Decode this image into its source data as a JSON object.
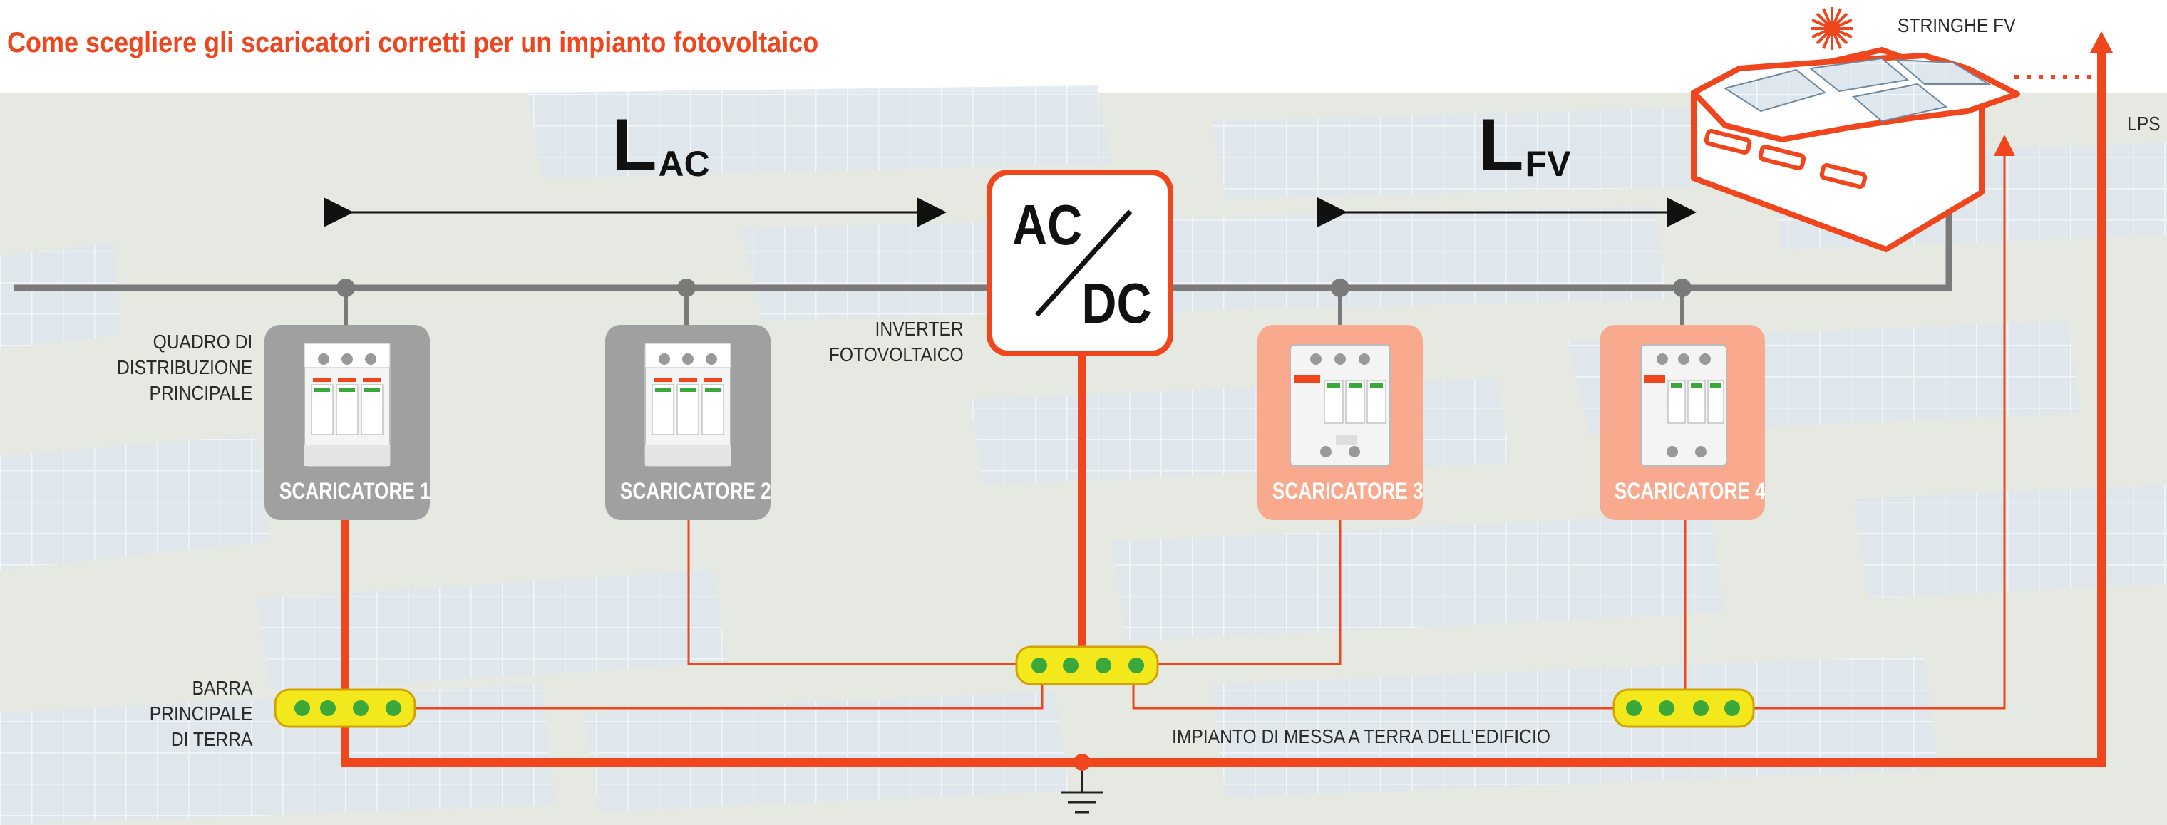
{
  "title": "Come scegliere gli scaricatori corretti per un impianto fotovoltaico",
  "colors": {
    "accent": "#f0461e",
    "line_gray": "#7a7a7a",
    "card_gray": "#a0a0a0",
    "card_salmon": "#f8a98e",
    "bar_yellow": "#f2e81c",
    "dot_green": "#3aa83a"
  },
  "labels": {
    "lac_main": "L",
    "lac_sub": "AC",
    "lfv_main": "L",
    "lfv_sub": "FV",
    "quadro": "QUADRO DI\nDISTRIBUZIONE\nPRINCIPALE",
    "inverter": "INVERTER\nFOTOVOLTAICO",
    "barra": "BARRA\nPRINCIPALE\nDI TERRA",
    "impianto_terra": "IMPIANTO DI MESSA A TERRA DELL'EDIFICIO",
    "stringhe": "STRINGHE FV",
    "lps": "LPS"
  },
  "inverter": {
    "ac": "AC",
    "dc": "DC"
  },
  "arresters": [
    {
      "caption": "SCARICATORE 1",
      "style": "gray"
    },
    {
      "caption": "SCARICATORE 2",
      "style": "gray"
    },
    {
      "caption": "SCARICATORE 3",
      "style": "salmon"
    },
    {
      "caption": "SCARICATORE 4",
      "style": "salmon"
    }
  ],
  "icons": [
    "sun-icon",
    "building-icon",
    "ground-symbol-icon",
    "surge-arrester-icon"
  ]
}
